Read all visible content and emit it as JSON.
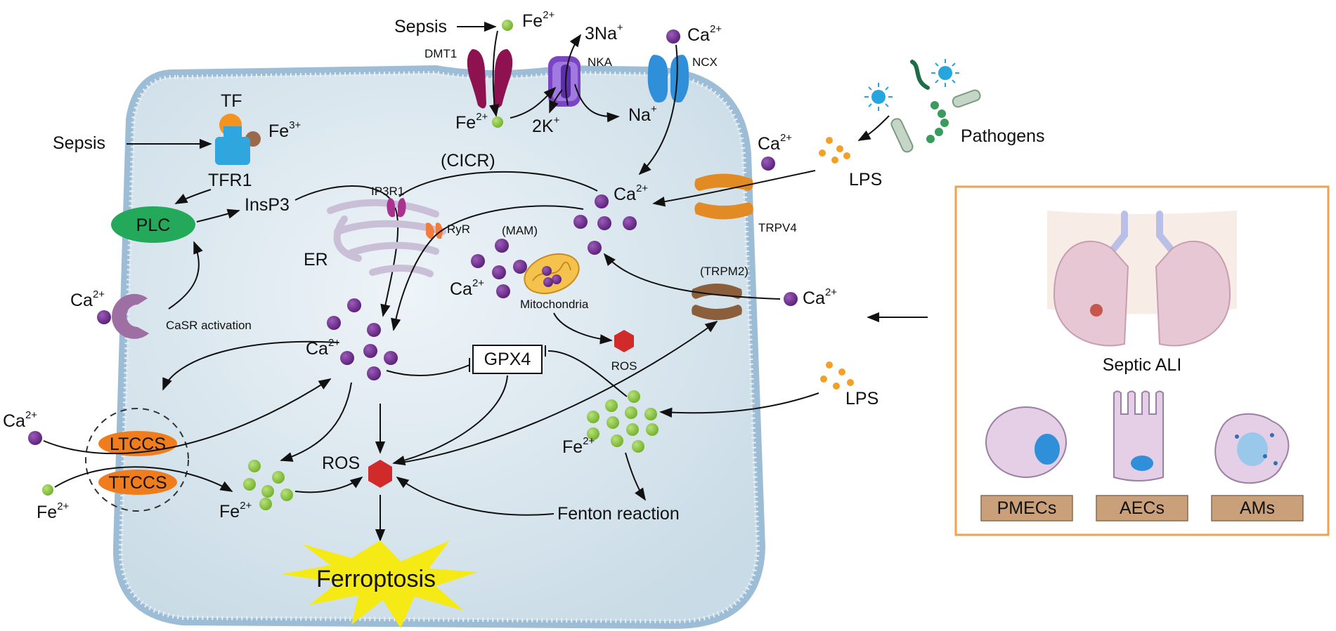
{
  "cell": {
    "iron_intake": {
      "trigger": "Sepsis",
      "ion": "Fe",
      "charge": "2+"
    },
    "dmt1": {
      "name": "DMT1",
      "ion": "Fe",
      "charge": "2+"
    },
    "nka": {
      "name": "NKA",
      "sodium_out": "3Na",
      "sodium_out_charge": "+",
      "potassium_in": "2K",
      "potassium_in_charge": "+",
      "sodium_in": "Na",
      "sodium_in_charge": "+"
    },
    "ncx": {
      "name": "NCX",
      "ion": "Ca",
      "charge": "2+"
    },
    "transferrin": {
      "trigger": "Sepsis",
      "tf_label": "TF",
      "receptor_label": "TFR1",
      "ion": "Fe",
      "charge": "3+"
    },
    "plc": {
      "label": "PLC",
      "product": "InsP3"
    },
    "casr": {
      "ion": "Ca",
      "charge": "2+",
      "label": "CaSR activation"
    },
    "er": {
      "label": "ER",
      "ip3r1": "IP3R1",
      "ryr": "RyR",
      "cicr": "(CICR)"
    },
    "mam": {
      "label": "(MAM)",
      "ion": "Ca",
      "charge": "2+",
      "mito_label": "Mitochondria",
      "ros_label": "ROS"
    },
    "cyto_calcium_top": {
      "ion": "Ca",
      "charge": "2+"
    },
    "cyto_calcium_center": {
      "ion": "Ca",
      "charge": "2+"
    },
    "gpx4": {
      "label": "GPX4"
    },
    "ros_center": {
      "label": "ROS"
    },
    "ferroptosis": {
      "label": "Ferroptosis"
    },
    "fenton": {
      "label": "Fenton reaction",
      "ion": "Fe",
      "charge": "2+"
    },
    "fe_pool_left": {
      "ion": "Fe",
      "charge": "2+"
    },
    "channels": {
      "ltccs": "LTCCS",
      "ttccs": "TTCCS",
      "ca_ion": "Ca",
      "ca_charge": "2+",
      "fe_ion": "Fe",
      "fe_charge": "2+"
    },
    "trpv4": {
      "label": "TRPV4",
      "ion": "Ca",
      "charge": "2+",
      "lps": "LPS"
    },
    "trpm2": {
      "label": "(TRPM2)",
      "ion": "Ca",
      "charge": "2+"
    },
    "pathogens": {
      "label": "Pathogens"
    },
    "lps_lower": {
      "label": "LPS"
    }
  },
  "inset": {
    "title": "Septic ALI",
    "cells": [
      "PMECs",
      "AECs",
      "AMs"
    ],
    "border_color": "#f2a24b"
  },
  "colors": {
    "cell_fill": "#d7e4ec",
    "membrane": "#9dbdd6",
    "calcium": "#6b2b86",
    "iron": "#8cc63f",
    "lps": "#f2a026",
    "ros": "#d12a2a",
    "plc": "#24a85a",
    "channel_orange": "#f07d1d",
    "dmt1": "#8e1250",
    "nka": "#7c45c3",
    "ncx": "#2f8fd9",
    "trpv4": "#e28a24",
    "trpm2": "#8b5e3c",
    "ferroptosis": "#f5ea16"
  }
}
